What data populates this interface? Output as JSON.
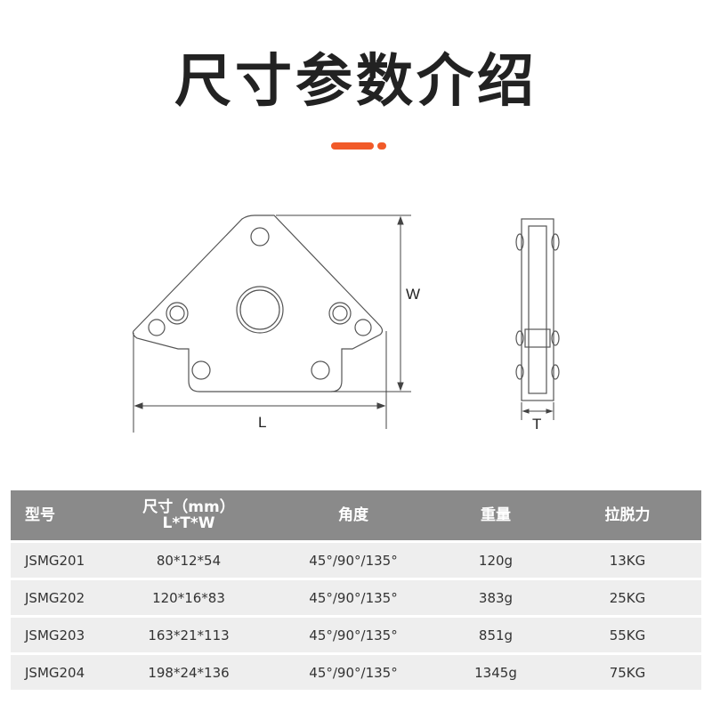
{
  "title": "尺寸参数介绍",
  "colors": {
    "accent": "#f15a29",
    "header_bg": "#8a8a8a",
    "row_bg": "#eeeeee",
    "title": "#222222"
  },
  "drawing": {
    "label_w": "W",
    "label_l": "L",
    "label_t": "T"
  },
  "table": {
    "headers": [
      "型号",
      "尺寸（mm）",
      "角度",
      "重量",
      "拉脱力"
    ],
    "header_sub": "L*T*W",
    "rows": [
      [
        "JSMG201",
        "80*12*54",
        "45°/90°/135°",
        "120g",
        "13KG"
      ],
      [
        "JSMG202",
        "120*16*83",
        "45°/90°/135°",
        "383g",
        "25KG"
      ],
      [
        "JSMG203",
        "163*21*113",
        "45°/90°/135°",
        "851g",
        "55KG"
      ],
      [
        "JSMG204",
        "198*24*136",
        "45°/90°/135°",
        "1345g",
        "75KG"
      ]
    ]
  }
}
